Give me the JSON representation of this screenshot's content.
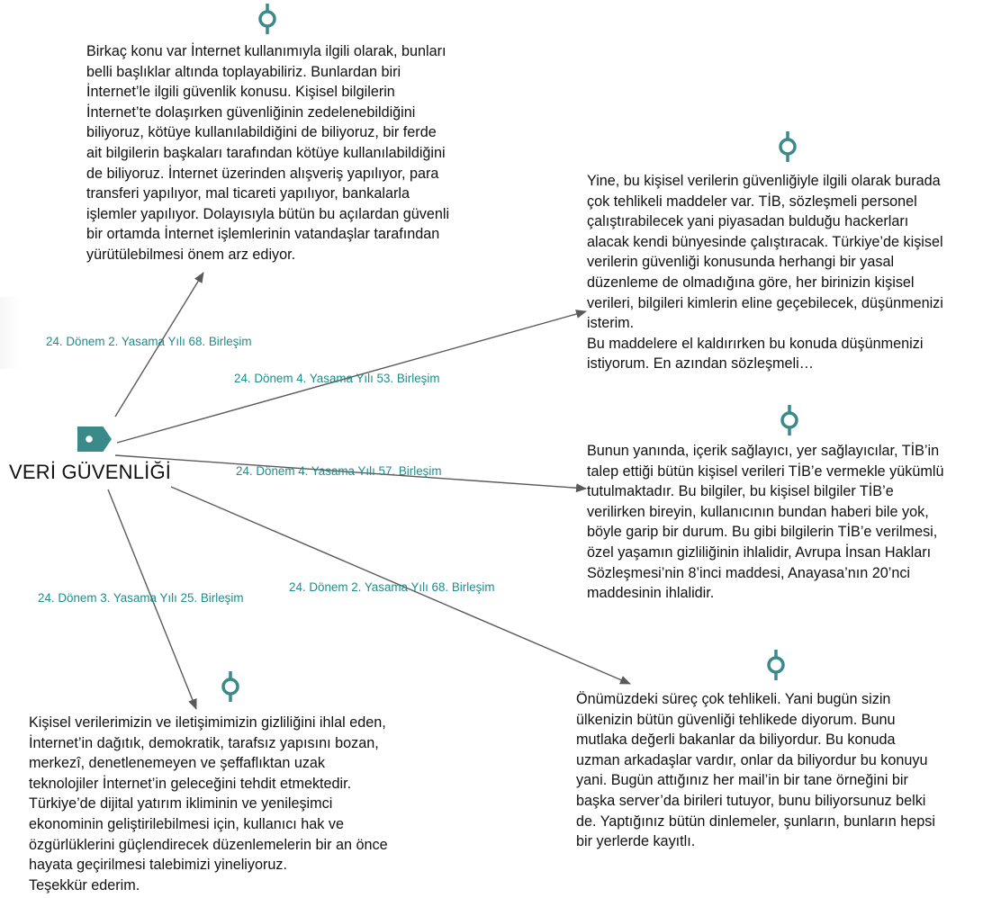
{
  "hub": {
    "title": "VERİ GÜVENLİĞİ",
    "icon": "tag-icon",
    "color": "#3a8a8a"
  },
  "accent_color": "#3a8a8a",
  "edge_label_color": "#1f8c8c",
  "edge_color": "#5a5a5a",
  "nodes": [
    {
      "label": "24. Dönem 2. Yasama Yılı 68. Birleşim",
      "icon": "location-pin-icon",
      "text": "Birkaç konu var İnternet kullanımıyla ilgili olarak, bunları\nbelli başlıklar altında toplayabiliriz. Bunlardan biri\nİnternet’le ilgili güvenlik konusu. Kişisel bilgilerin\nİnternet’te dolaşırken güvenliğinin zedelenebildiğini\nbiliyoruz, kötüye kullanılabildiğini de biliyoruz, bir ferde\nait bilgilerin başkaları tarafından kötüye kullanılabildiğini\nde biliyoruz. İnternet üzerinden alışveriş yapılıyor, para\ntransferi yapılıyor, mal ticareti yapılıyor, bankalarla\nişlemler yapılıyor. Dolayısıyla bütün bu açılardan güvenli\nbir ortamda İnternet işlemlerinin vatandaşlar tarafından\nyürütülebilmesi önem arz ediyor."
    },
    {
      "label": "24. Dönem 4. Yasama Yılı 53. Birleşim",
      "icon": "location-pin-icon",
      "text": "Yine, bu kişisel verilerin güvenliğiyle ilgili olarak burada\nçok tehlikeli maddeler var. TİB, sözleşmeli personel\nçalıştırabilecek yani piyasadan bulduğu hackerları\nalacak kendi bünyesinde çalıştıracak. Türkiye’de kişisel\nverilerin güvenliği konusunda herhangi bir yasal\ndüzenleme de olmadığına göre, her birinizin kişisel\nverileri, bilgileri kimlerin eline geçebilecek, düşünmenizi\nisterim.\nBu maddelere el kaldırırken bu konuda düşünmenizi\nistiyorum. En azından sözleşmeli…"
    },
    {
      "label": "24. Dönem 4. Yasama Yılı 57. Birleşim",
      "icon": "location-pin-icon",
      "text": "Bunun yanında, içerik sağlayıcı, yer sağlayıcılar, TİB’in\ntalep ettiği bütün kişisel verileri TİB’e vermekle yükümlü\ntutulmaktadır. Bu bilgiler, bu kişisel bilgiler TİB’e\nverilirken bireyin, kullanıcının bundan haberi bile yok,\nböyle garip bir durum. Bu gibi bilgilerin TİB’e verilmesi,\nözel yaşamın gizliliğinin ihlalidir, Avrupa İnsan Hakları\nSözleşmesi’nin 8’inci maddesi, Anayasa’nın 20’nci\nmaddesinin ihlalidir."
    },
    {
      "label": "24. Dönem 2. Yasama Yılı 68. Birleşim",
      "icon": "location-pin-icon",
      "text": "Önümüzdeki süreç çok tehlikeli. Yani bugün sizin\nülkenizin bütün güvenliği tehlikede diyorum. Bunu\nmutlaka değerli bakanlar da biliyordur. Bu konuda\nuzman arkadaşlar vardır, onlar da biliyordur bu konuyu\nyani. Bugün attığınız her mail’in bir tane örneğini bir\nbaşka server’da birileri tutuyor, bunu biliyorsunuz belki\nde. Yaptığınız bütün dinlemeler, şunların, bunların hepsi\nbir yerlerde kayıtlı."
    },
    {
      "label": "24. Dönem 3. Yasama Yılı 25. Birleşim",
      "icon": "location-pin-icon",
      "text": "Kişisel verilerimizin ve iletişimimizin gizliliğini ihlal eden,\nİnternet’in dağıtık, demokratik, tarafsız yapısını bozan,\nmerkezî, denetlenemeyen ve şeffaflıktan uzak\nteknolojiler İnternet’in geleceğini tehdit etmektedir.\nTürkiye’de dijital yatırım ikliminin ve yenileşimci\nekonominin geliştirilebilmesi için, kullanıcı hak ve\nözgürlüklerini güçlendirecek düzenlemelerin bir an önce\nhayata geçirilmesi talebimizi yineliyoruz.\nTeşekkür ederim."
    }
  ]
}
